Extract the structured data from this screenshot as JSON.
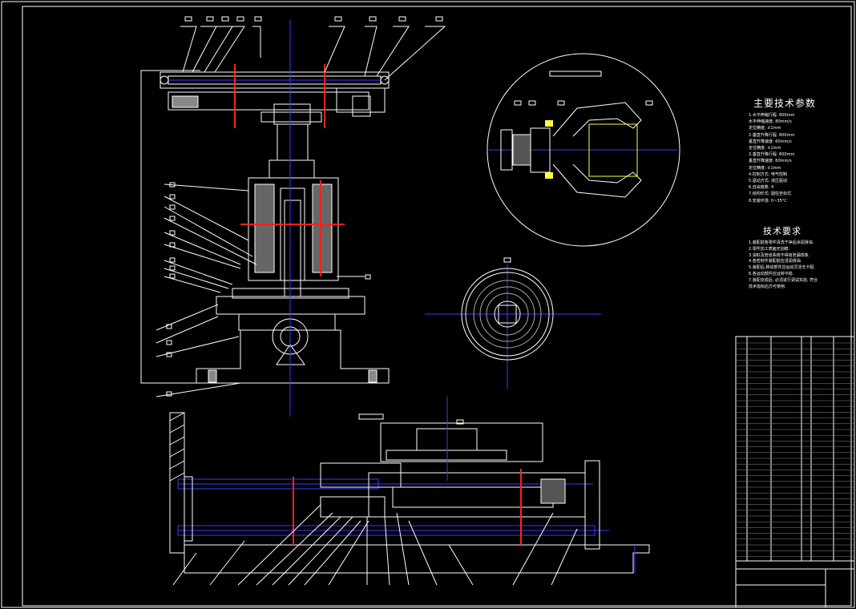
{
  "technical_parameters": {
    "title": "主要技术参数",
    "lines": [
      "1.水平伸缩行程: 800mm",
      "  水平伸缩速度: 80mm/s",
      "  定位精度: ±1mm",
      "2.垂直升降行程: 800mm",
      "  垂直升降速度: 60mm/s",
      "  定位精度: ±1mm",
      "3.垂直升降行程: 800mm",
      "  垂直升降速度: 60mm/s",
      "  定位精度: ±1mm",
      "4.控制方式: 电气控制",
      "5.驱动方式: 液压驱动",
      "6.自由度数: 4",
      "7.结构形式: 圆柱坐标式",
      "8.安装环境: 0~35°C"
    ]
  },
  "technical_requirements": {
    "title": "技术要求",
    "lines": [
      "1.装配前各零件清洗干净后涂润滑油.",
      "2.零件加工表面无划痕.",
      "3.油缸及管道系统不得有泄漏现象.",
      "4.各密封件装配前应浸润滑油.",
      "5.装配后,移动部件应运动灵活无卡阻.",
      "6.各运动部件应运转平稳.",
      "7.装配完成后, 必须进行调试实验, 符合",
      "  技术指标后方可使用."
    ]
  },
  "colors": {
    "background": "#000000",
    "outline": "#ffffff",
    "centerline": "#3a3aff",
    "section": "#ff2020",
    "dimension": "#ffff40",
    "hatch": "#c8c8c8",
    "note": "#00cc66"
  },
  "icons": {
    "view_marker": "square-marker-icon",
    "detail_circle": "detail-view-circle"
  }
}
